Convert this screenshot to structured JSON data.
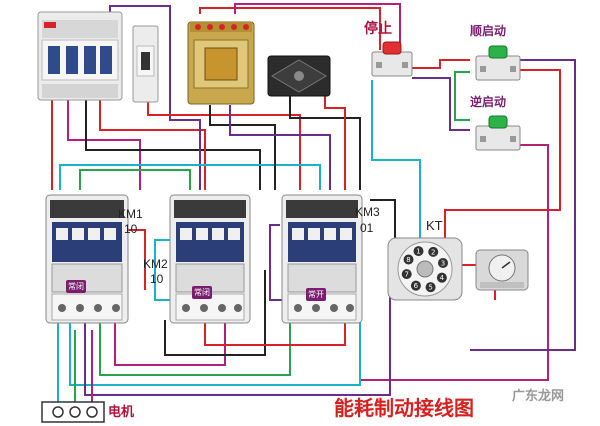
{
  "labels": {
    "stop": "停止",
    "forward_start": "顺启动",
    "reverse_start": "逆启动",
    "kt": "KT",
    "motor": "电机",
    "title": "能耗制动接线图",
    "watermark": "广东龙网"
  },
  "contactors": [
    {
      "name": "KM1",
      "code": "10",
      "tag": "常闭"
    },
    {
      "name": "KM2",
      "code": "10",
      "tag": "常闭"
    },
    {
      "name": "KM3",
      "code": "01",
      "tag": "常开"
    }
  ],
  "relay_pins": [
    "1",
    "2",
    "3",
    "4",
    "5",
    "6",
    "7",
    "8"
  ],
  "colors": {
    "red": "#d8222a",
    "magenta": "#b2207a",
    "cyan": "#1ab2c8",
    "green": "#2aa34a",
    "black": "#222222",
    "purple": "#6b2c8a",
    "breaker": "#e8e8e8",
    "contactor_body": "#2b3e78",
    "button_red": "#e23030",
    "button_green": "#2db24a",
    "title_red": "#d82020"
  },
  "icons": [
    "breaker-icon",
    "transformer-icon",
    "rectifier-icon",
    "push-button-icon",
    "relay-socket-icon",
    "timer-relay-icon",
    "terminal-block-icon"
  ]
}
